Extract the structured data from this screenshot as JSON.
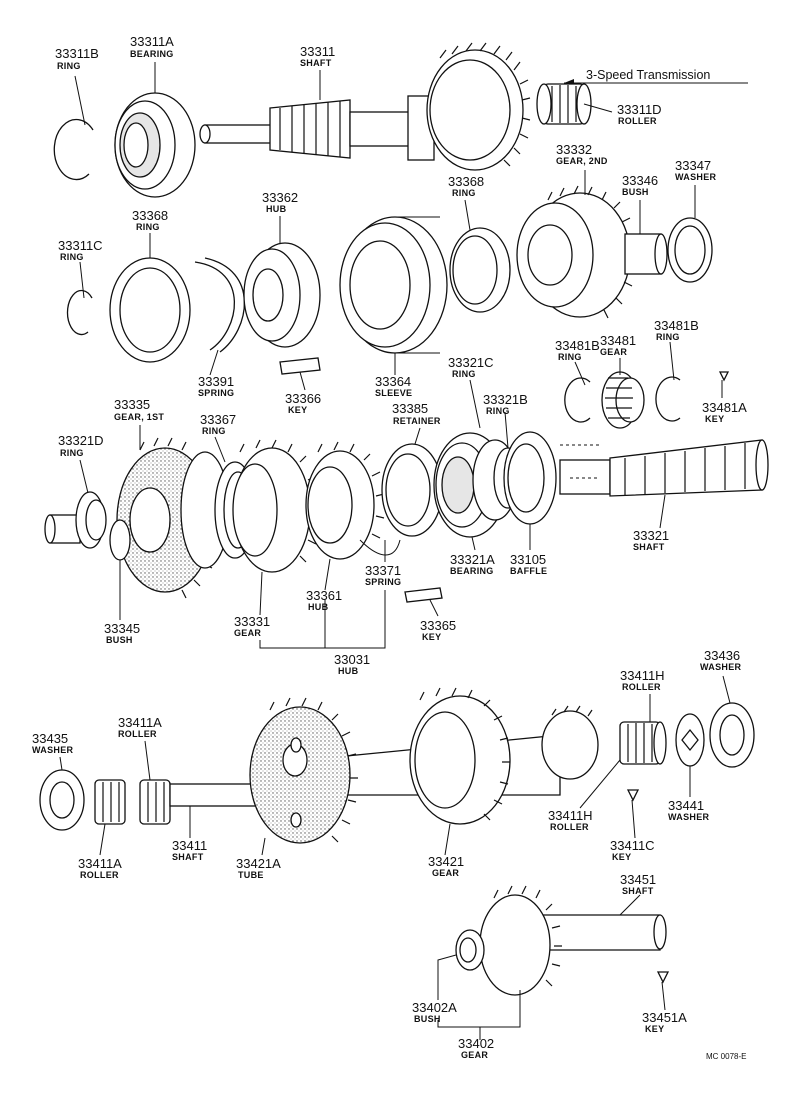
{
  "title": "3-Speed Transmission",
  "code": "MC 0078-E",
  "parts": [
    {
      "id": "p_33311B",
      "number": "33311B",
      "name": "RING"
    },
    {
      "id": "p_33311A",
      "number": "33311A",
      "name": "BEARING"
    },
    {
      "id": "p_33311",
      "number": "33311",
      "name": "SHAFT"
    },
    {
      "id": "p_33311D",
      "number": "33311D",
      "name": "ROLLER"
    },
    {
      "id": "p_33332",
      "number": "33332",
      "name": "GEAR, 2ND"
    },
    {
      "id": "p_33346",
      "number": "33346",
      "name": "BUSH"
    },
    {
      "id": "p_33347",
      "number": "33347",
      "name": "WASHER"
    },
    {
      "id": "p_33368a",
      "number": "33368",
      "name": "RING"
    },
    {
      "id": "p_33362",
      "number": "33362",
      "name": "HUB"
    },
    {
      "id": "p_33368b",
      "number": "33368",
      "name": "RING"
    },
    {
      "id": "p_33311C",
      "number": "33311C",
      "name": "RING"
    },
    {
      "id": "p_33391",
      "number": "33391",
      "name": "SPRING"
    },
    {
      "id": "p_33366",
      "number": "33366",
      "name": "KEY"
    },
    {
      "id": "p_33364",
      "number": "33364",
      "name": "SLEEVE"
    },
    {
      "id": "p_33321C",
      "number": "33321C",
      "name": "RING"
    },
    {
      "id": "p_33481B1",
      "number": "33481B",
      "name": "RING"
    },
    {
      "id": "p_33481",
      "number": "33481",
      "name": "GEAR"
    },
    {
      "id": "p_33481B2",
      "number": "33481B",
      "name": "RING"
    },
    {
      "id": "p_33481A",
      "number": "33481A",
      "name": "KEY"
    },
    {
      "id": "p_33335",
      "number": "33335",
      "name": "GEAR, 1ST"
    },
    {
      "id": "p_33367",
      "number": "33367",
      "name": "RING"
    },
    {
      "id": "p_33385",
      "number": "33385",
      "name": "RETAINER"
    },
    {
      "id": "p_33321B",
      "number": "33321B",
      "name": "RING"
    },
    {
      "id": "p_33321D",
      "number": "33321D",
      "name": "RING"
    },
    {
      "id": "p_33321A",
      "number": "33321A",
      "name": "BEARING"
    },
    {
      "id": "p_33105",
      "number": "33105",
      "name": "BAFFLE"
    },
    {
      "id": "p_33321",
      "number": "33321",
      "name": "SHAFT"
    },
    {
      "id": "p_33371",
      "number": "33371",
      "name": "SPRING"
    },
    {
      "id": "p_33345",
      "number": "33345",
      "name": "BUSH"
    },
    {
      "id": "p_33331",
      "number": "33331",
      "name": "GEAR"
    },
    {
      "id": "p_33361",
      "number": "33361",
      "name": "HUB"
    },
    {
      "id": "p_33365",
      "number": "33365",
      "name": "KEY"
    },
    {
      "id": "p_33031",
      "number": "33031",
      "name": "HUB"
    },
    {
      "id": "p_33436",
      "number": "33436",
      "name": "WASHER"
    },
    {
      "id": "p_33411H1",
      "number": "33411H",
      "name": "ROLLER"
    },
    {
      "id": "p_33411A1",
      "number": "33411A",
      "name": "ROLLER"
    },
    {
      "id": "p_33435",
      "number": "33435",
      "name": "WASHER"
    },
    {
      "id": "p_33411H2",
      "number": "33411H",
      "name": "ROLLER"
    },
    {
      "id": "p_33441",
      "number": "33441",
      "name": "WASHER"
    },
    {
      "id": "p_33411C",
      "number": "33411C",
      "name": "KEY"
    },
    {
      "id": "p_33411",
      "number": "33411",
      "name": "SHAFT"
    },
    {
      "id": "p_33421A",
      "number": "33421A",
      "name": "TUBE"
    },
    {
      "id": "p_33421",
      "number": "33421",
      "name": "GEAR"
    },
    {
      "id": "p_33411A2",
      "number": "33411A",
      "name": "ROLLER"
    },
    {
      "id": "p_33451",
      "number": "33451",
      "name": "SHAFT"
    },
    {
      "id": "p_33402A",
      "number": "33402A",
      "name": "BUSH"
    },
    {
      "id": "p_33451A",
      "number": "33451A",
      "name": "KEY"
    },
    {
      "id": "p_33402",
      "number": "33402",
      "name": "GEAR"
    }
  ]
}
